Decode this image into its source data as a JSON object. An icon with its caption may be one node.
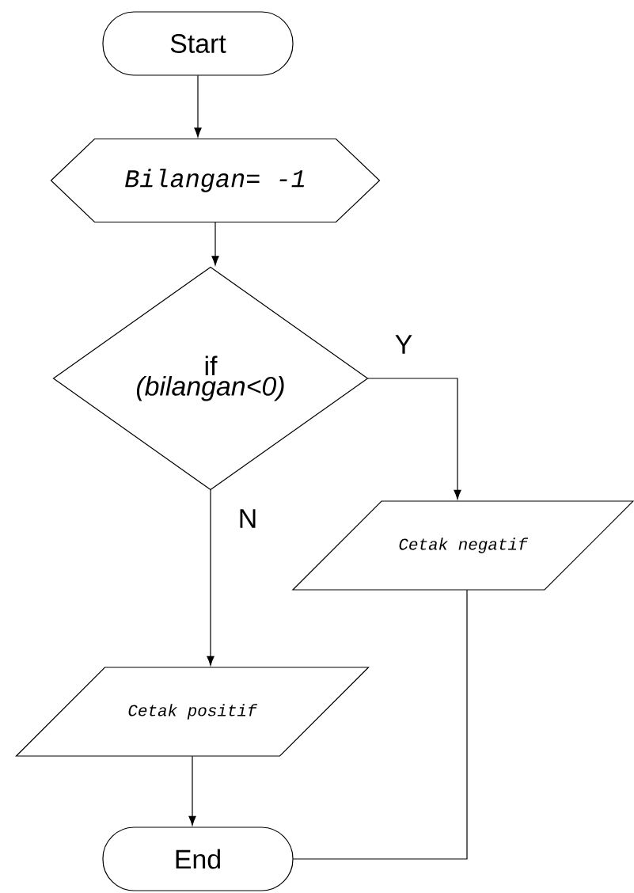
{
  "diagram": {
    "nodes": [
      {
        "text": [
          "Start"
        ]
      },
      {
        "text": [
          "Bilangan= -1"
        ]
      },
      {
        "text": [
          "if",
          "(bilangan<0)"
        ]
      },
      {
        "text": [
          "Cetak negatif"
        ]
      },
      {
        "text": [
          "Cetak positif"
        ]
      },
      {
        "text": [
          "End"
        ]
      }
    ],
    "edges": [
      {
        "from": 0,
        "to": 1,
        "arrow": "to"
      },
      {
        "from": 1,
        "to": 2,
        "arrow": "to"
      },
      {
        "from": 2,
        "to": 3,
        "arrow": "to",
        "label": "Y"
      },
      {
        "from": 2,
        "to": 4,
        "arrow": "to",
        "label": "N"
      },
      {
        "from": 4,
        "to": 5,
        "arrow": "to"
      },
      {
        "from": 3,
        "to": 5,
        "arrow": "none"
      }
    ]
  }
}
